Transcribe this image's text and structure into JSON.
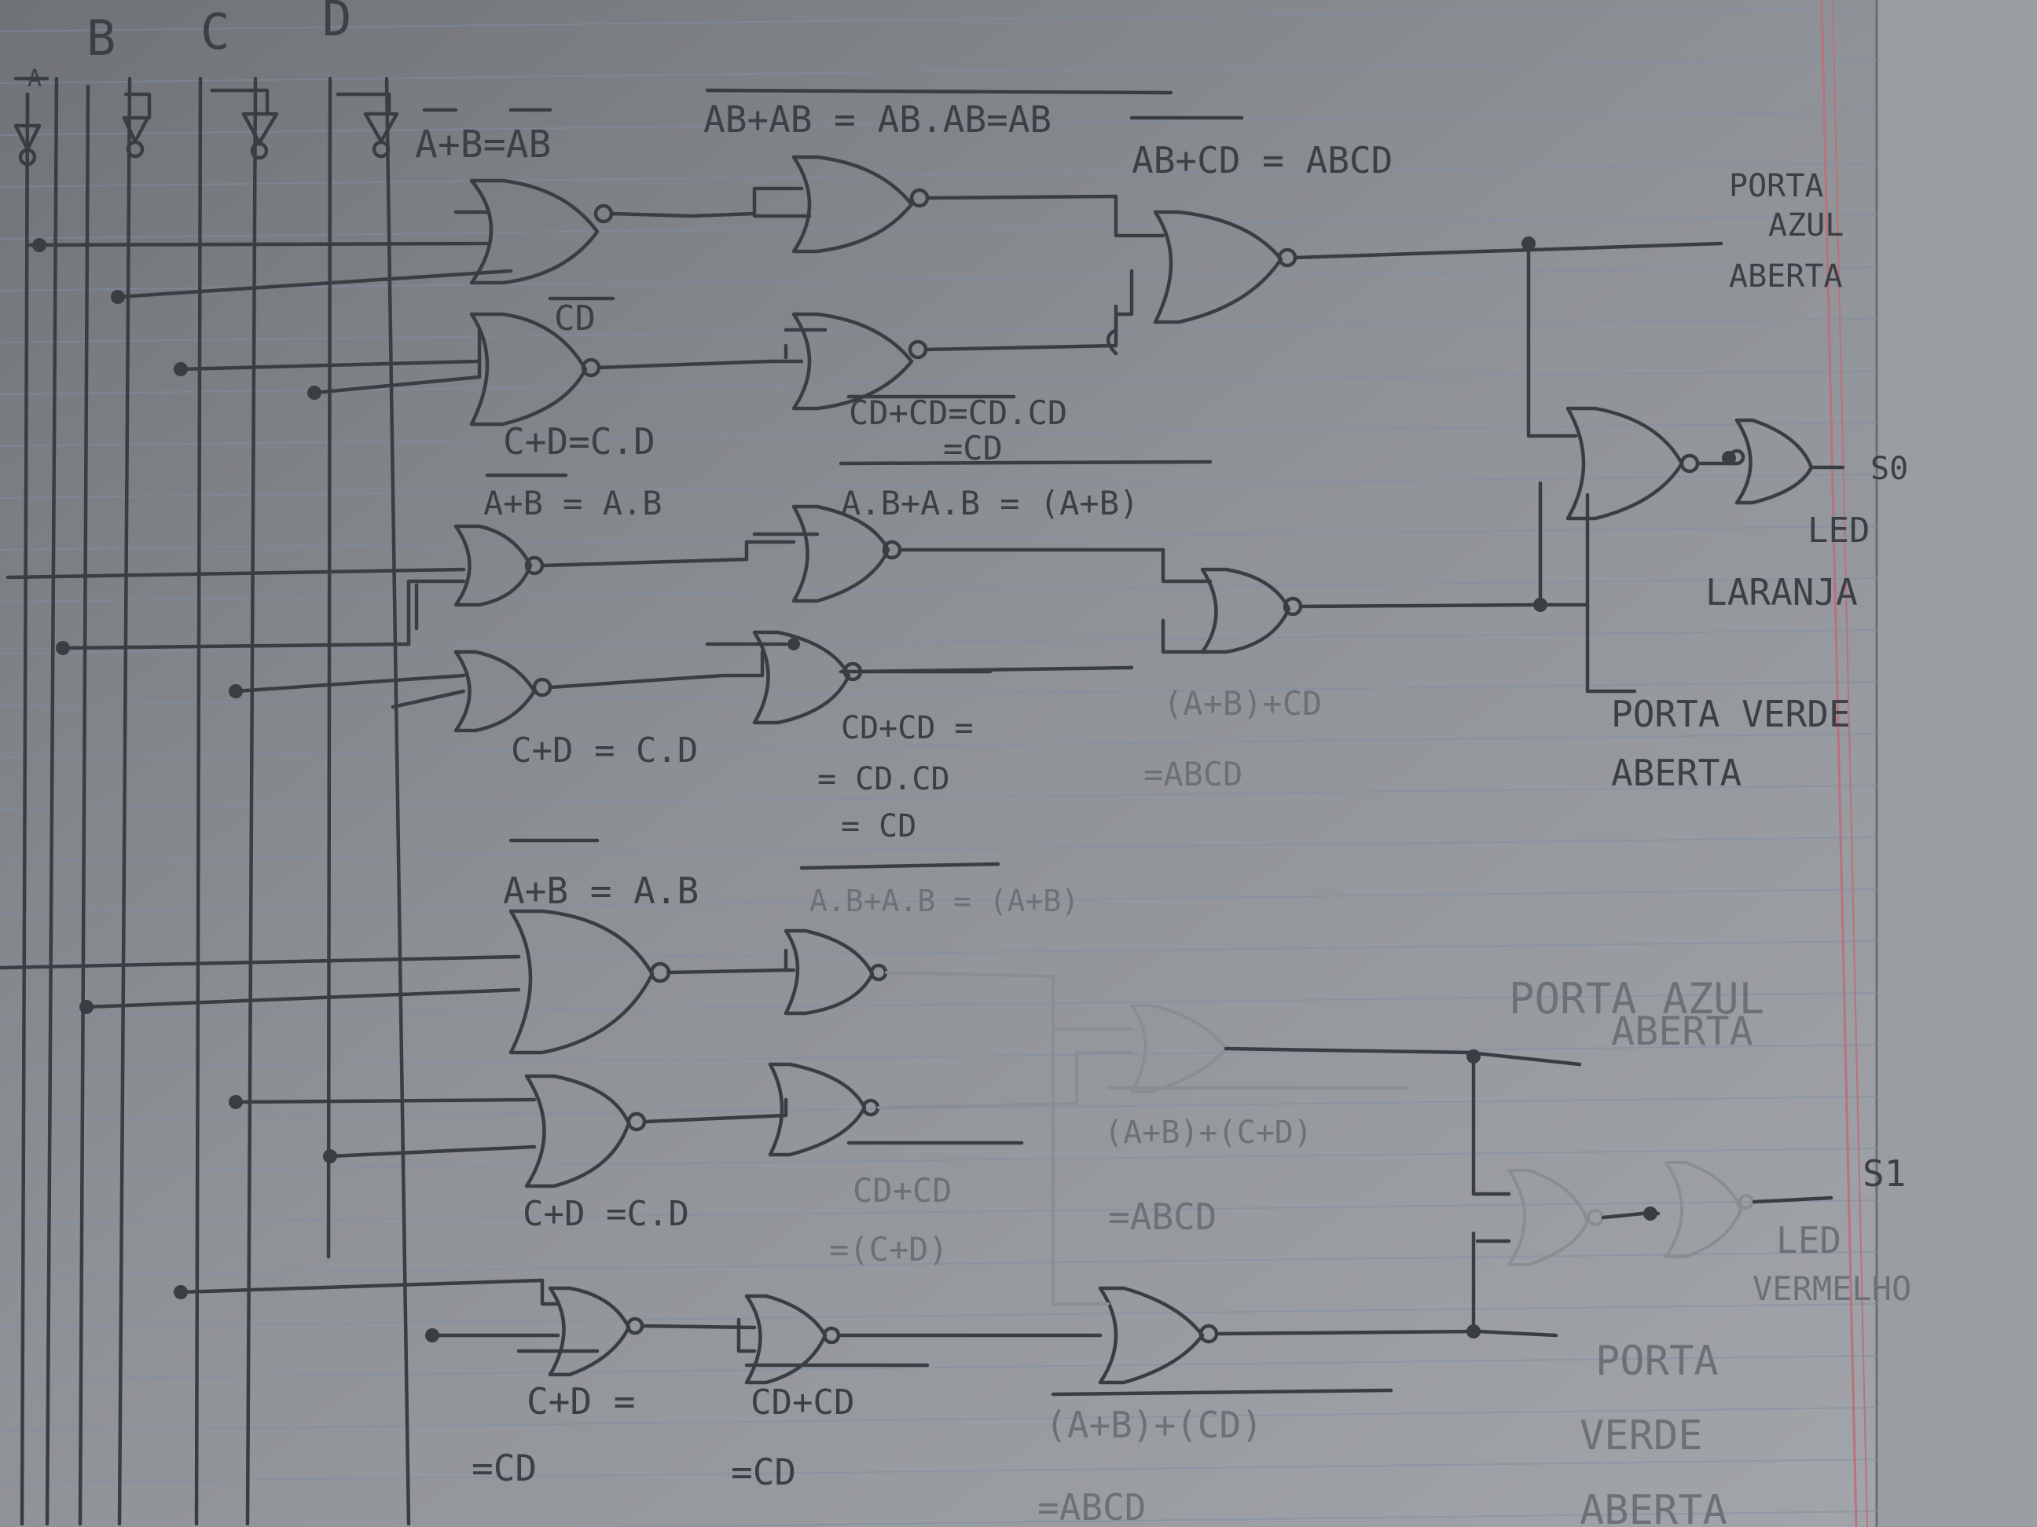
{
  "inputs": [
    "A",
    "B",
    "C",
    "D"
  ],
  "annotations": {
    "a1": "A+B=AB",
    "a2": "AB+AB = AB.AB=AB",
    "a3": "AB+CD = ABCD",
    "a4": "CD",
    "a5": "C+D=C.D",
    "a6": "CD+CD=CD.CD",
    "a7": "=CD",
    "a8": "A+B = A.B",
    "a9": "A.B+A.B = (A+B)",
    "a10": "C+D = C.D",
    "a11": "CD+CD =",
    "a12": "= CD.CD",
    "a13": "= CD",
    "a14": "(A+B)+CD",
    "a15": "=ABCD",
    "a16": "A+B = A.B",
    "a17": "A.B+A.B = (A+B)",
    "a18": "(A+B)+(C+D)",
    "a19": "=ABCD",
    "a20": "C+D =C.D",
    "a21": "CD+CD",
    "a22": "=(C+D)",
    "a23": "C+D =",
    "a24": "=CD",
    "a25": "CD+CD",
    "a26": "=CD",
    "a27": "(A+B)+(CD)",
    "a28": "=ABCD"
  },
  "outputs": {
    "porta_azul_1": [
      "PORTA",
      "AZUL",
      "ABERTA"
    ],
    "s0": "S0",
    "led_laranja": [
      "LED",
      "LARANJA"
    ],
    "porta_verde_1": [
      "PORTA VERDE",
      "ABERTA"
    ],
    "porta_azul_2": [
      "PORTA AZUL",
      "ABERTA"
    ],
    "s1": "S1",
    "led_vermelho": [
      "LED",
      "VERMELHO"
    ],
    "porta_verde_2": [
      "PORTA",
      "VERDE",
      "ABERTA"
    ]
  },
  "colors": {
    "paper": "#8c8f94",
    "ink": "#3a3d42",
    "margin": "#b8737c",
    "rule": "#7e8fa6"
  }
}
